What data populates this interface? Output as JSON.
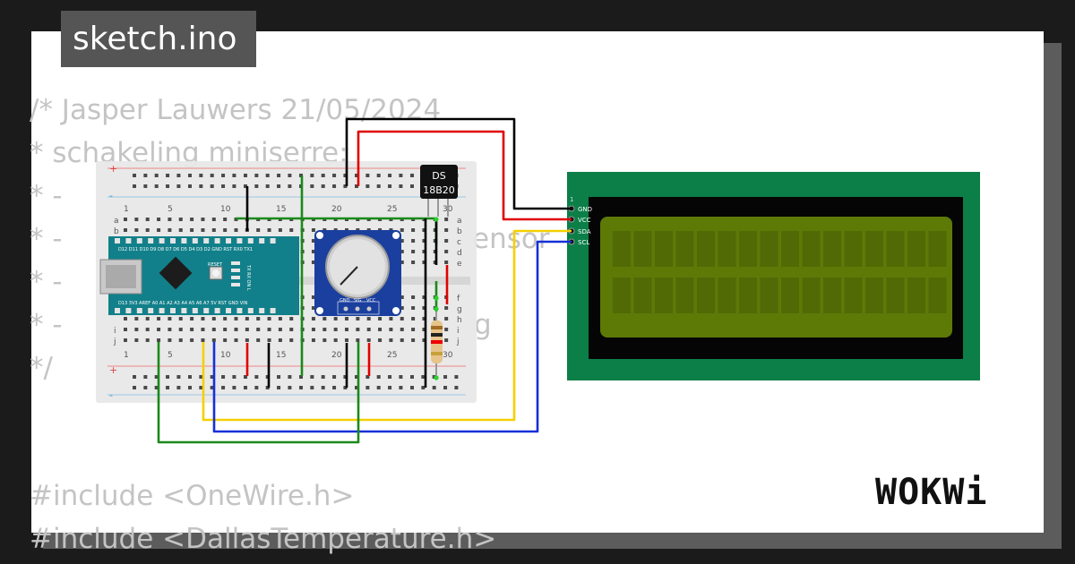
{
  "window": {
    "title": "sketch.ino"
  },
  "code_lines": [
    "/* Jasper Lauwers 21/05/2024",
    "* schakeling miniserre:",
    "* -",
    "* -",
    "* -",
    "* -",
    "*/",
    "",
    "",
    "#include <OneWire.h>",
    "#include <DallasTemperature.h>"
  ],
  "code_fragments": {
    "sensor": "ensor",
    "g": "g"
  },
  "sensor": {
    "line1": "DS",
    "line2": "18B20"
  },
  "breadboard": {
    "columns": [
      "1",
      "5",
      "10",
      "15",
      "20",
      "25",
      "30"
    ],
    "rows_top": [
      "a",
      "b",
      "c",
      "d",
      "e"
    ],
    "rows_bottom": [
      "f",
      "g",
      "h",
      "i",
      "j"
    ],
    "plus": "+",
    "minus": "-"
  },
  "nano": {
    "top_pins": "D12 D11 D10 D9 D8 D7 D6 D5 D4 D3 D2 GND RST RX0 TX1",
    "bottom_pins": "D13 3V3 AREF A0 A1 A2 A3 A4 A5 A6 A7 5V RST GND VIN",
    "reset": "RESET",
    "leds": "TX RX ON L"
  },
  "pot": {
    "pins": [
      "GND",
      "SIG",
      "VCC"
    ]
  },
  "lcd": {
    "pin1": "1",
    "pins": [
      "GND",
      "VCC",
      "SDA",
      "SCL"
    ]
  },
  "brand": "WOKWi",
  "colors": {
    "lcd_board": "#0b7f47",
    "lcd_screen": "#5d7a06",
    "nano": "#12808a",
    "wire_black": "#000000",
    "wire_red": "#e00000",
    "wire_green": "#1a8a1a",
    "wire_yellow": "#f5d000",
    "wire_blue": "#1530d8"
  }
}
